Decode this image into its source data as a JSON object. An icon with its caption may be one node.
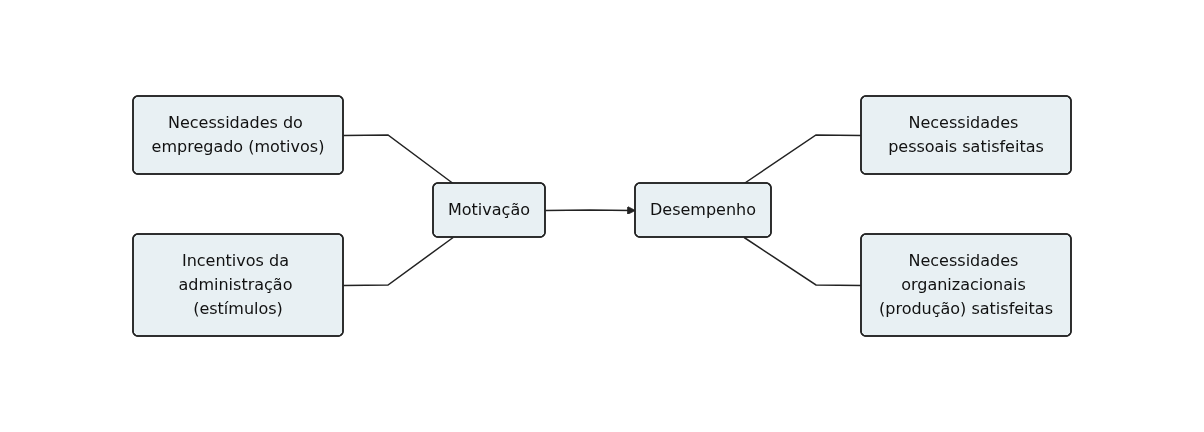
{
  "diagram": {
    "nodes": [
      {
        "text": [
          "Necessidades do empregado (motivos)"
        ]
      },
      {
        "text": [
          "Incentivos da administração (estímulos)"
        ]
      },
      {
        "text": [
          "Motivação"
        ]
      },
      {
        "text": [
          "Desempenho"
        ]
      },
      {
        "text": [
          "Necessidades pessoais satisfeitas"
        ]
      },
      {
        "text": [
          "Necessidades organizacionais (produção) satisfeitas"
        ]
      }
    ],
    "edges": [
      {
        "from": 0,
        "to": 2,
        "arrow": "none"
      },
      {
        "from": 1,
        "to": 2,
        "arrow": "none"
      },
      {
        "from": 2,
        "to": 3,
        "arrow": "to"
      },
      {
        "from": 3,
        "to": 4,
        "arrow": "none"
      },
      {
        "from": 3,
        "to": 5,
        "arrow": "none"
      }
    ]
  }
}
